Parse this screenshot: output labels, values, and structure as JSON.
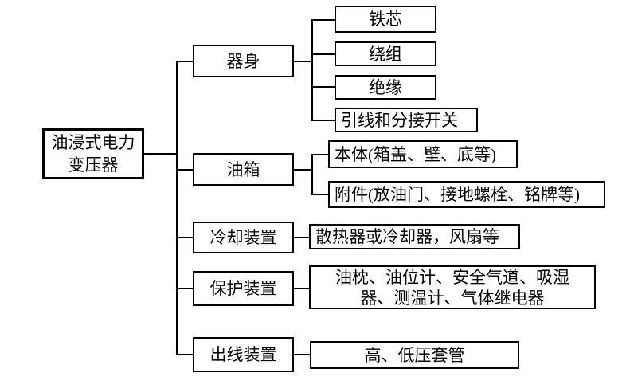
{
  "diagram": {
    "title_semantic": "油浸式电力变压器组成结构图",
    "colors": {
      "line": "#000000",
      "background": "#ffffff",
      "text": "#000000"
    },
    "root": {
      "label": "油浸式电力\n变压器"
    },
    "branches": [
      {
        "label": "器身",
        "children": [
          "铁芯",
          "绕组",
          "绝缘",
          "引线和分接开关"
        ]
      },
      {
        "label": "油箱",
        "children": [
          "本体(箱盖、壁、底等)",
          "附件(放油门、接地螺栓、铭牌等)"
        ]
      },
      {
        "label": "冷却装置",
        "children": [
          "散热器或冷却器，风扇等"
        ]
      },
      {
        "label": "保护装置",
        "children": [
          "油枕、油位计、安全气道、吸湿\n器、测温计、气体继电器"
        ]
      },
      {
        "label": "出线装置",
        "children": [
          "高、低压套管"
        ]
      }
    ]
  }
}
